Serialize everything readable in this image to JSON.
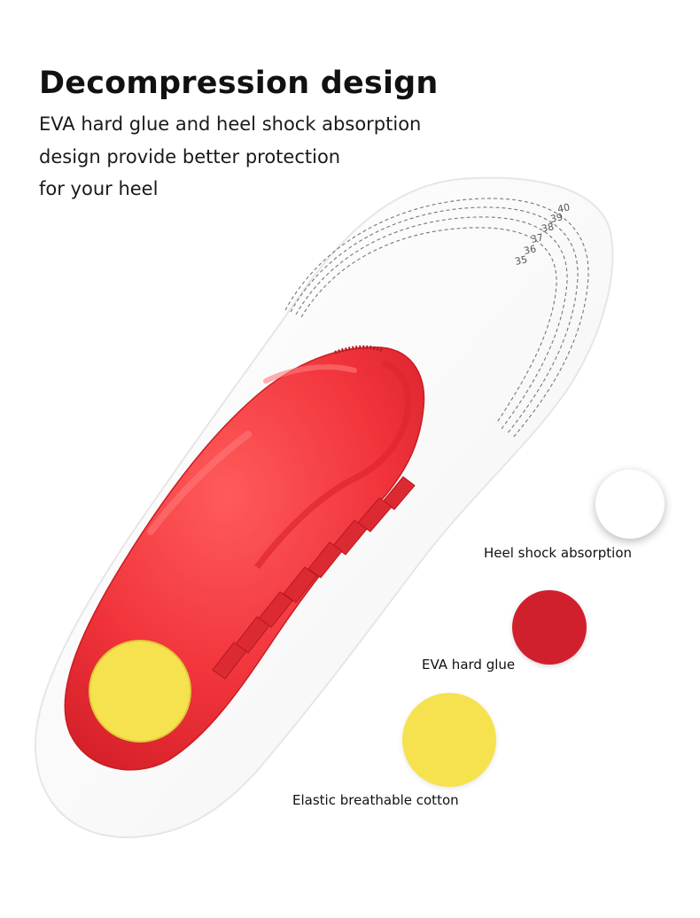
{
  "header": {
    "title": "Decompression design",
    "description_lines": [
      "EVA hard glue and heel shock absorption",
      "design provide better protection",
      "for your heel"
    ]
  },
  "insole": {
    "size_marks": [
      "40",
      "39",
      "38",
      "37",
      "36",
      "35"
    ]
  },
  "materials": [
    {
      "label": "Heel shock absorption",
      "color": "#ffffff"
    },
    {
      "label": "EVA hard glue",
      "color": "#d1202d"
    },
    {
      "label": "Elastic breathable cotton",
      "color": "#f6e24e"
    }
  ]
}
